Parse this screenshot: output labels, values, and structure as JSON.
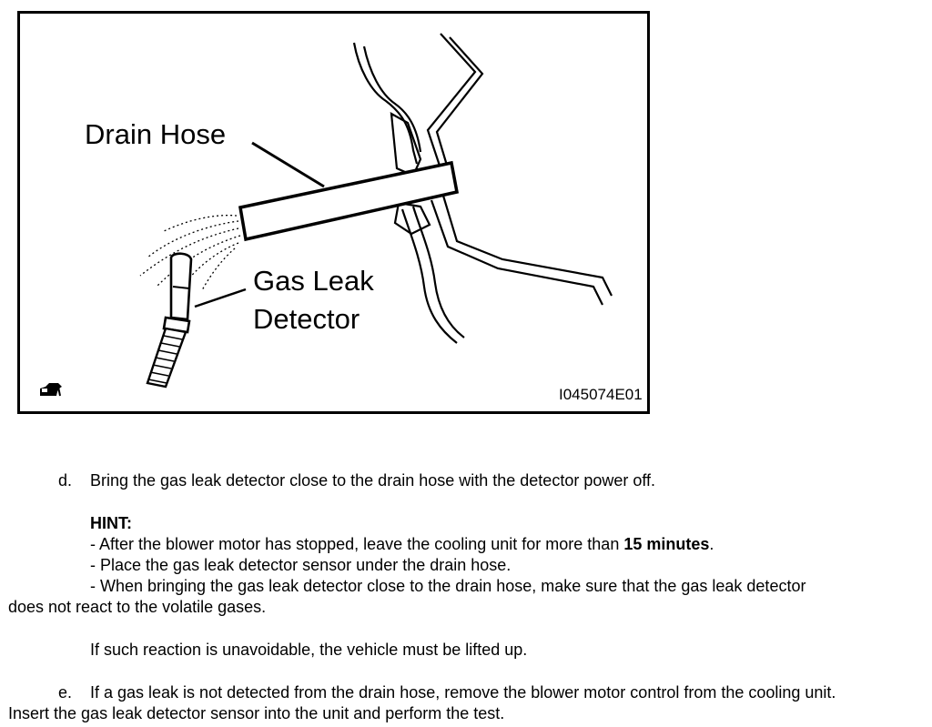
{
  "figure": {
    "label_drain_hose": "Drain Hose",
    "label_gas_leak_line1": "Gas Leak",
    "label_gas_leak_line2": "Detector",
    "figure_id": "I045074E01",
    "corner_icon": "caution-vehicle-icon"
  },
  "step_d": {
    "marker": "d.",
    "text": "Bring the gas leak detector close to the drain hose with the detector power off."
  },
  "hint": {
    "title": "HINT:",
    "item1_before": "- After the blower motor has stopped, leave the cooling unit for more than ",
    "item1_bold": "15 minutes",
    "item1_after": ".",
    "item2": "- Place the gas leak detector sensor under the drain hose.",
    "item3_line1": "- When bringing the gas leak detector close to the drain hose, make sure that the gas leak detector",
    "item3_line2": "does not react to the volatile gases.",
    "note": "If such reaction is unavoidable, the vehicle must be lifted up."
  },
  "step_e": {
    "marker": "e.",
    "text_line1": "If a gas leak is not detected from the drain hose, remove the blower motor control from the cooling unit.",
    "text_line2": "Insert the gas leak detector sensor into the unit and perform the test."
  }
}
